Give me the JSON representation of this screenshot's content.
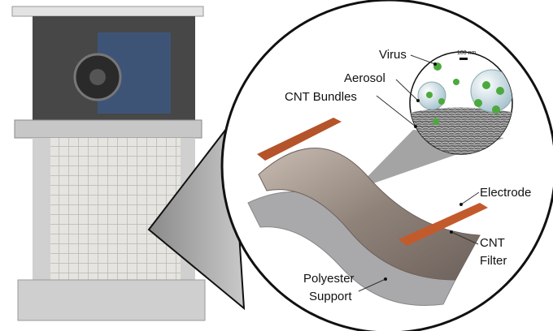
{
  "labels": {
    "virus": "Virus",
    "scale": "100 nm",
    "aerosol": "Aerosol",
    "cnt_bundles": "CNT Bundles",
    "electrode": "Electrode",
    "cnt": "CNT",
    "filter": "Filter",
    "polyester": "Polyester",
    "support": "Support"
  },
  "colors": {
    "electrode": "#b5532a",
    "virus": "#4caa3c",
    "cnt_sheet": "#9c8f86",
    "support": "#a9a9ab"
  }
}
